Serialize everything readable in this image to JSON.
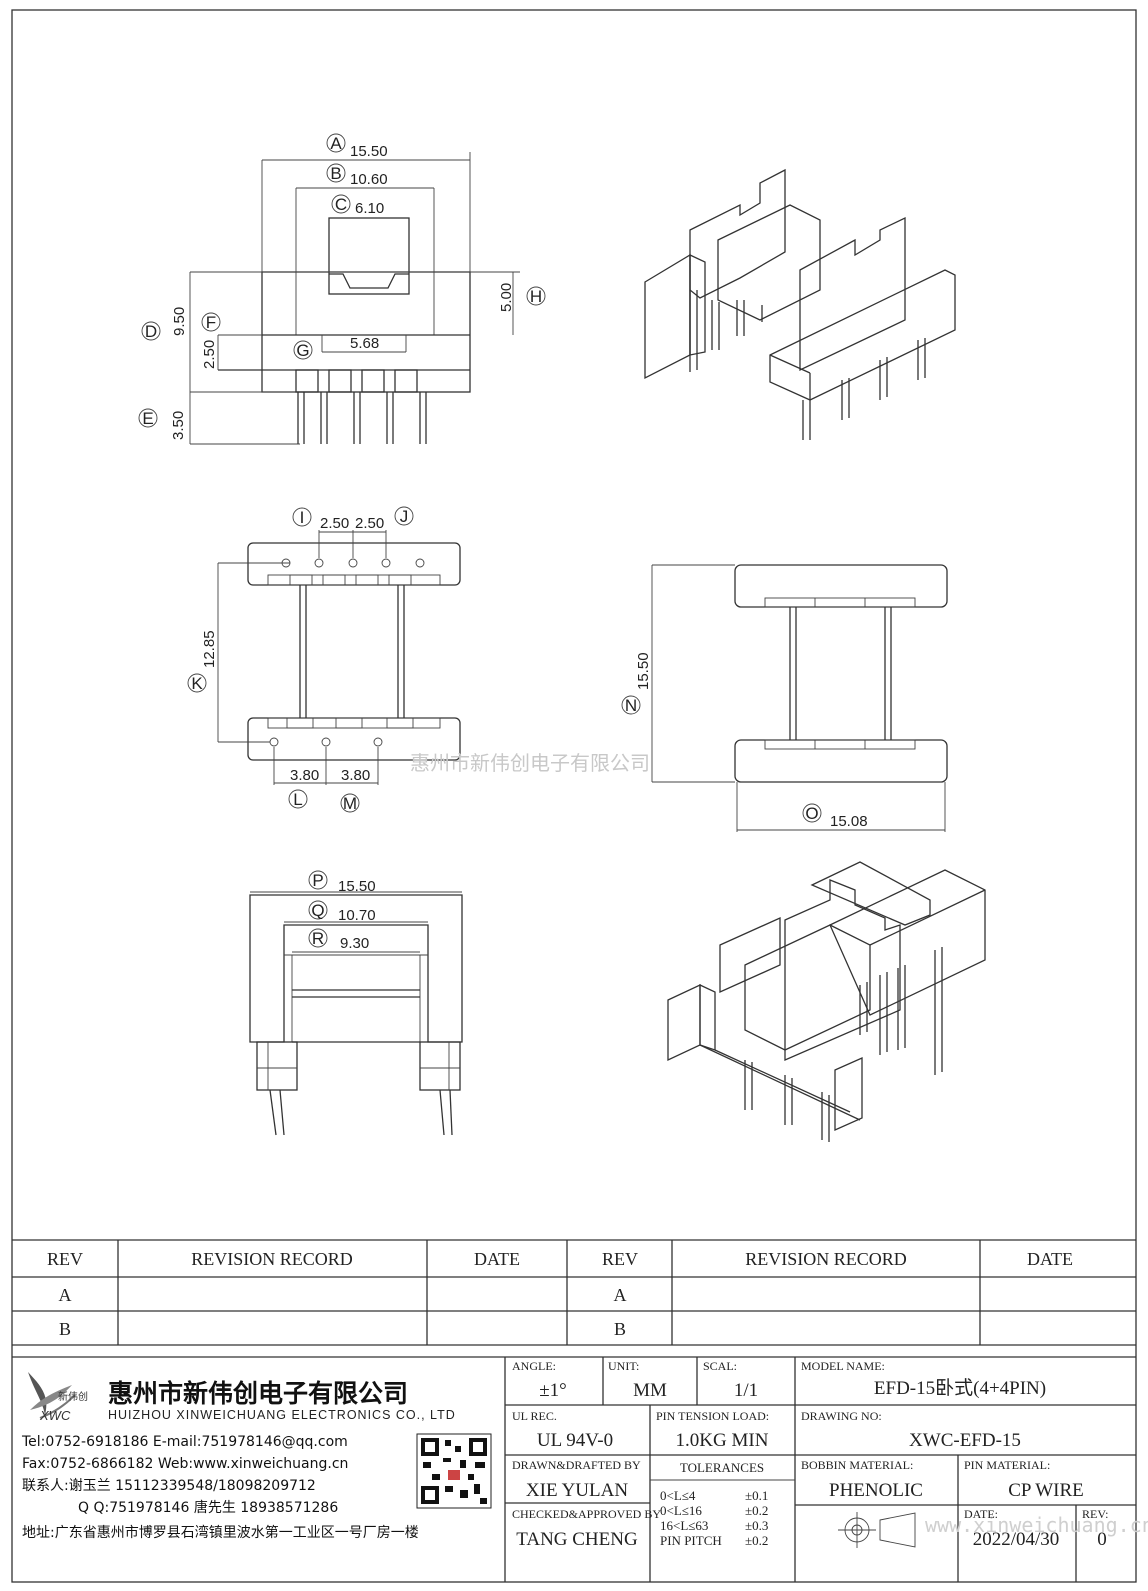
{
  "drawing": {
    "top_view": {
      "A": {
        "letter": "A",
        "value": "15.50"
      },
      "B": {
        "letter": "B",
        "value": "10.60"
      },
      "C": {
        "letter": "C",
        "value": "6.10"
      },
      "D": {
        "letter": "D",
        "value": "9.50"
      },
      "E": {
        "letter": "E",
        "value": "3.50"
      },
      "F": {
        "letter": "F",
        "value": "2.50"
      },
      "G": {
        "letter": "G",
        "value": "5.68"
      },
      "H": {
        "letter": "H",
        "value": "5.00"
      }
    },
    "bottom_view": {
      "I": {
        "letter": "I",
        "value": "2.50"
      },
      "J": {
        "letter": "J",
        "value": "2.50"
      },
      "K": {
        "letter": "K",
        "value": "12.85"
      },
      "L": {
        "letter": "L",
        "value": "3.80"
      },
      "M": {
        "letter": "M",
        "value": "3.80"
      }
    },
    "side_view": {
      "N": {
        "letter": "N",
        "value": "15.50"
      },
      "O": {
        "letter": "O",
        "value": "15.08"
      }
    },
    "front_view": {
      "P": {
        "letter": "P",
        "value": "15.50"
      },
      "Q": {
        "letter": "Q",
        "value": "10.70"
      },
      "R": {
        "letter": "R",
        "value": "9.30"
      }
    },
    "watermark": "惠州市新伟创电子有限公司"
  },
  "revision_table": {
    "headers": [
      "REV",
      "REVISION RECORD",
      "DATE",
      "REV",
      "REVISION RECORD",
      "DATE"
    ],
    "rows": [
      [
        "A",
        "",
        "",
        "A",
        "",
        ""
      ],
      [
        "B",
        "",
        "",
        "B",
        "",
        ""
      ]
    ]
  },
  "company": {
    "logo_text": "新伟创",
    "logo_abbr": "XWC",
    "name_cn": "惠州市新伟创电子有限公司",
    "name_en": "HUIZHOU XINWEICHUANG ELECTRONICS CO., LTD",
    "tel": "Tel:0752-6918186 E-mail:751978146@qq.com",
    "fax": "Fax:0752-6866182 Web:www.xinweichuang.cn",
    "contact1": "联系人:谢玉兰 15112339548/18098209712",
    "contact2": "Q Q:751978146    唐先生 18938571286",
    "address": "地址:广东省惠州市博罗县石湾镇里波水第一工业区一号厂房一楼"
  },
  "title_block": {
    "angle_label": "ANGLE:",
    "angle_value": "±1°",
    "unit_label": "UNIT:",
    "unit_value": "MM",
    "scale_label": "SCAL:",
    "scale_value": "1/1",
    "model_label": "MODEL NAME:",
    "model_value": "EFD-15卧式(4+4PIN)",
    "ul_label": "UL REC.",
    "ul_value": "UL 94V-0",
    "pin_tension_label": "PIN TENSION LOAD:",
    "pin_tension_value": "1.0KG MIN",
    "drawing_no_label": "DRAWING NO:",
    "drawing_no_value": "XWC-EFD-15",
    "drawn_label": "DRAWN&DRAFTED BY",
    "drawn_value": "XIE YULAN",
    "tolerances_label": "TOLERANCES",
    "bobbin_label": "BOBBIN MATERIAL:",
    "bobbin_value": "PHENOLIC",
    "pin_material_label": "PIN MATERIAL:",
    "pin_material_value": "CP WIRE",
    "checked_label": "CHECKED&APPROVED BY",
    "checked_value": "TANG CHENG",
    "tol": [
      {
        "range": "0<L≤4",
        "value": "±0.1"
      },
      {
        "range": "0<L≤16",
        "value": "±0.2"
      },
      {
        "range": "16<L≤63",
        "value": "±0.3"
      },
      {
        "range": "PIN PITCH",
        "value": "±0.2"
      }
    ],
    "date_label": "DATE:",
    "date_value": "2022/04/30",
    "rev_label": "REV:",
    "rev_value": "0",
    "web_watermark": "www.xinweichuang.cn"
  }
}
